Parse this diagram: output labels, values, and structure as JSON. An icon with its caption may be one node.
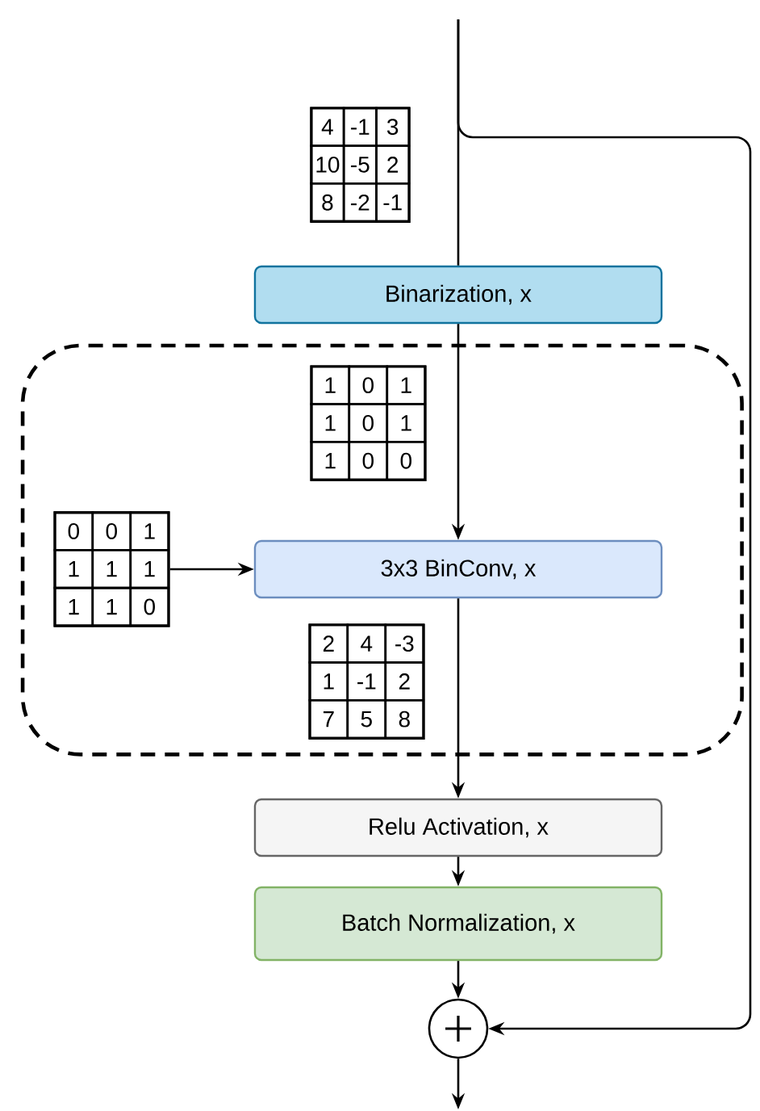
{
  "diagram": {
    "nodes": [
      {
        "text": [
          "4",
          "-1",
          "3",
          "10",
          "-5",
          "2",
          "8",
          "-2",
          "-1"
        ]
      },
      {
        "text": [
          "Binarization, x"
        ]
      },
      {
        "text": [],
        "shape": "box"
      },
      {
        "text": [
          "1",
          "0",
          "1",
          "1",
          "0",
          "1",
          "1",
          "0",
          "0"
        ],
        "in": 2
      },
      {
        "text": [
          "0",
          "0",
          "1",
          "1",
          "1",
          "1",
          "1",
          "1",
          "0"
        ],
        "in": 2
      },
      {
        "text": [
          "3x3 BinConv, x"
        ],
        "in": 2
      },
      {
        "text": [
          "2",
          "4",
          "-3",
          "1",
          "-1",
          "2",
          "7",
          "5",
          "8"
        ],
        "in": 2
      },
      {
        "text": [
          "Relu Activation, x"
        ]
      },
      {
        "text": [
          "Batch Normalization, x"
        ]
      },
      {
        "text": [],
        "shape": "circle"
      }
    ],
    "edges": [
      {
        "from": null,
        "to": 1,
        "arrow": "none"
      },
      {
        "from": null,
        "to": 9,
        "arrow": "to"
      },
      {
        "from": 1,
        "to": 5,
        "arrow": "to"
      },
      {
        "from": 4,
        "to": 5,
        "arrow": "to"
      },
      {
        "from": 5,
        "to": 7,
        "arrow": "to"
      },
      {
        "from": 7,
        "to": 8,
        "arrow": "to"
      },
      {
        "from": 8,
        "to": 9,
        "arrow": "to"
      },
      {
        "from": 9,
        "to": null,
        "arrow": "to"
      }
    ]
  }
}
